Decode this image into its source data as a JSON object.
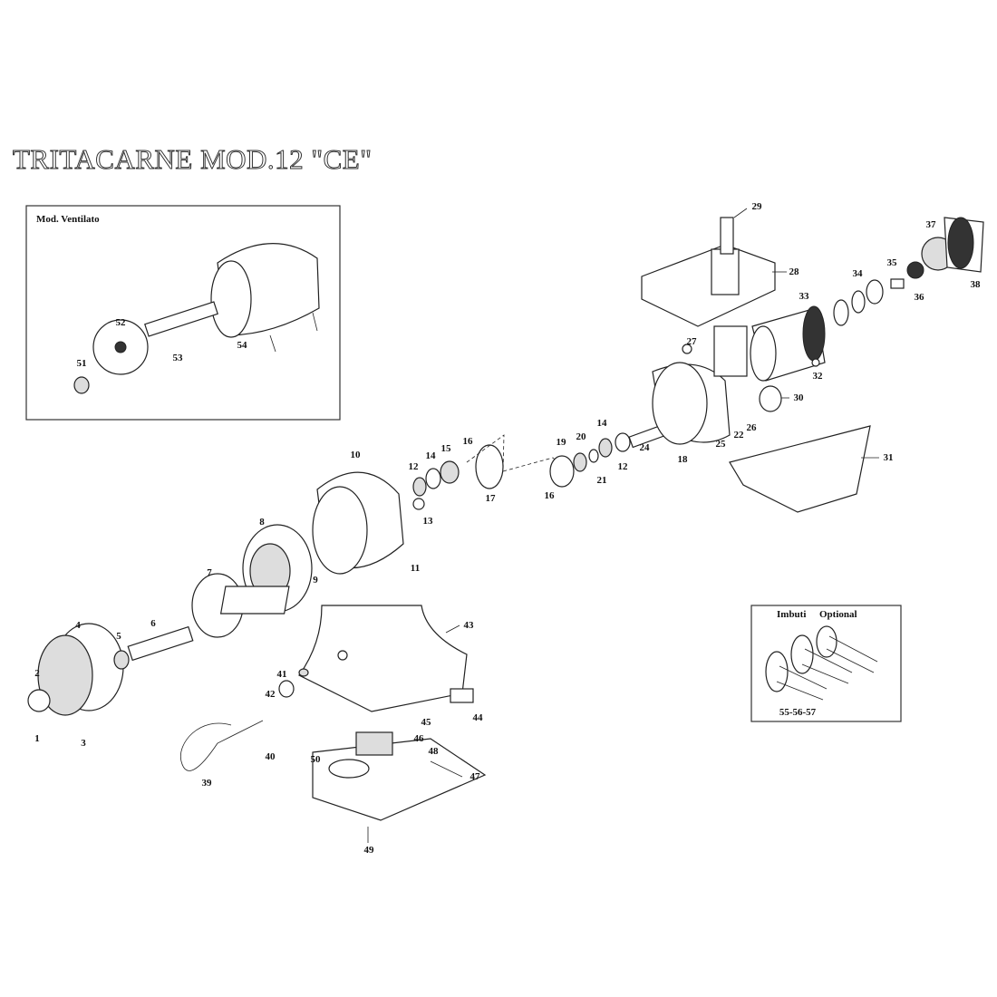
{
  "title": "TRITACARNE MOD.12 \"CE\"",
  "inset_ventilato": {
    "label": "Mod. Ventilato",
    "parts": [
      "51",
      "52",
      "53",
      "54"
    ]
  },
  "inset_imbuti": {
    "label_left": "Imbuti",
    "label_right": "Optional",
    "parts": "55-56-57"
  },
  "parts": [
    "1",
    "2",
    "3",
    "4",
    "5",
    "6",
    "7",
    "8",
    "9",
    "10",
    "11",
    "12",
    "13",
    "14",
    "15",
    "16",
    "17",
    "19",
    "20",
    "21",
    "14",
    "12",
    "24",
    "18",
    "25",
    "22",
    "26",
    "27",
    "28",
    "29",
    "30",
    "31",
    "32",
    "33",
    "34",
    "35",
    "36",
    "37",
    "38",
    "39",
    "40",
    "41",
    "42",
    "43",
    "44",
    "45",
    "46",
    "47",
    "48",
    "49",
    "50",
    "16"
  ]
}
